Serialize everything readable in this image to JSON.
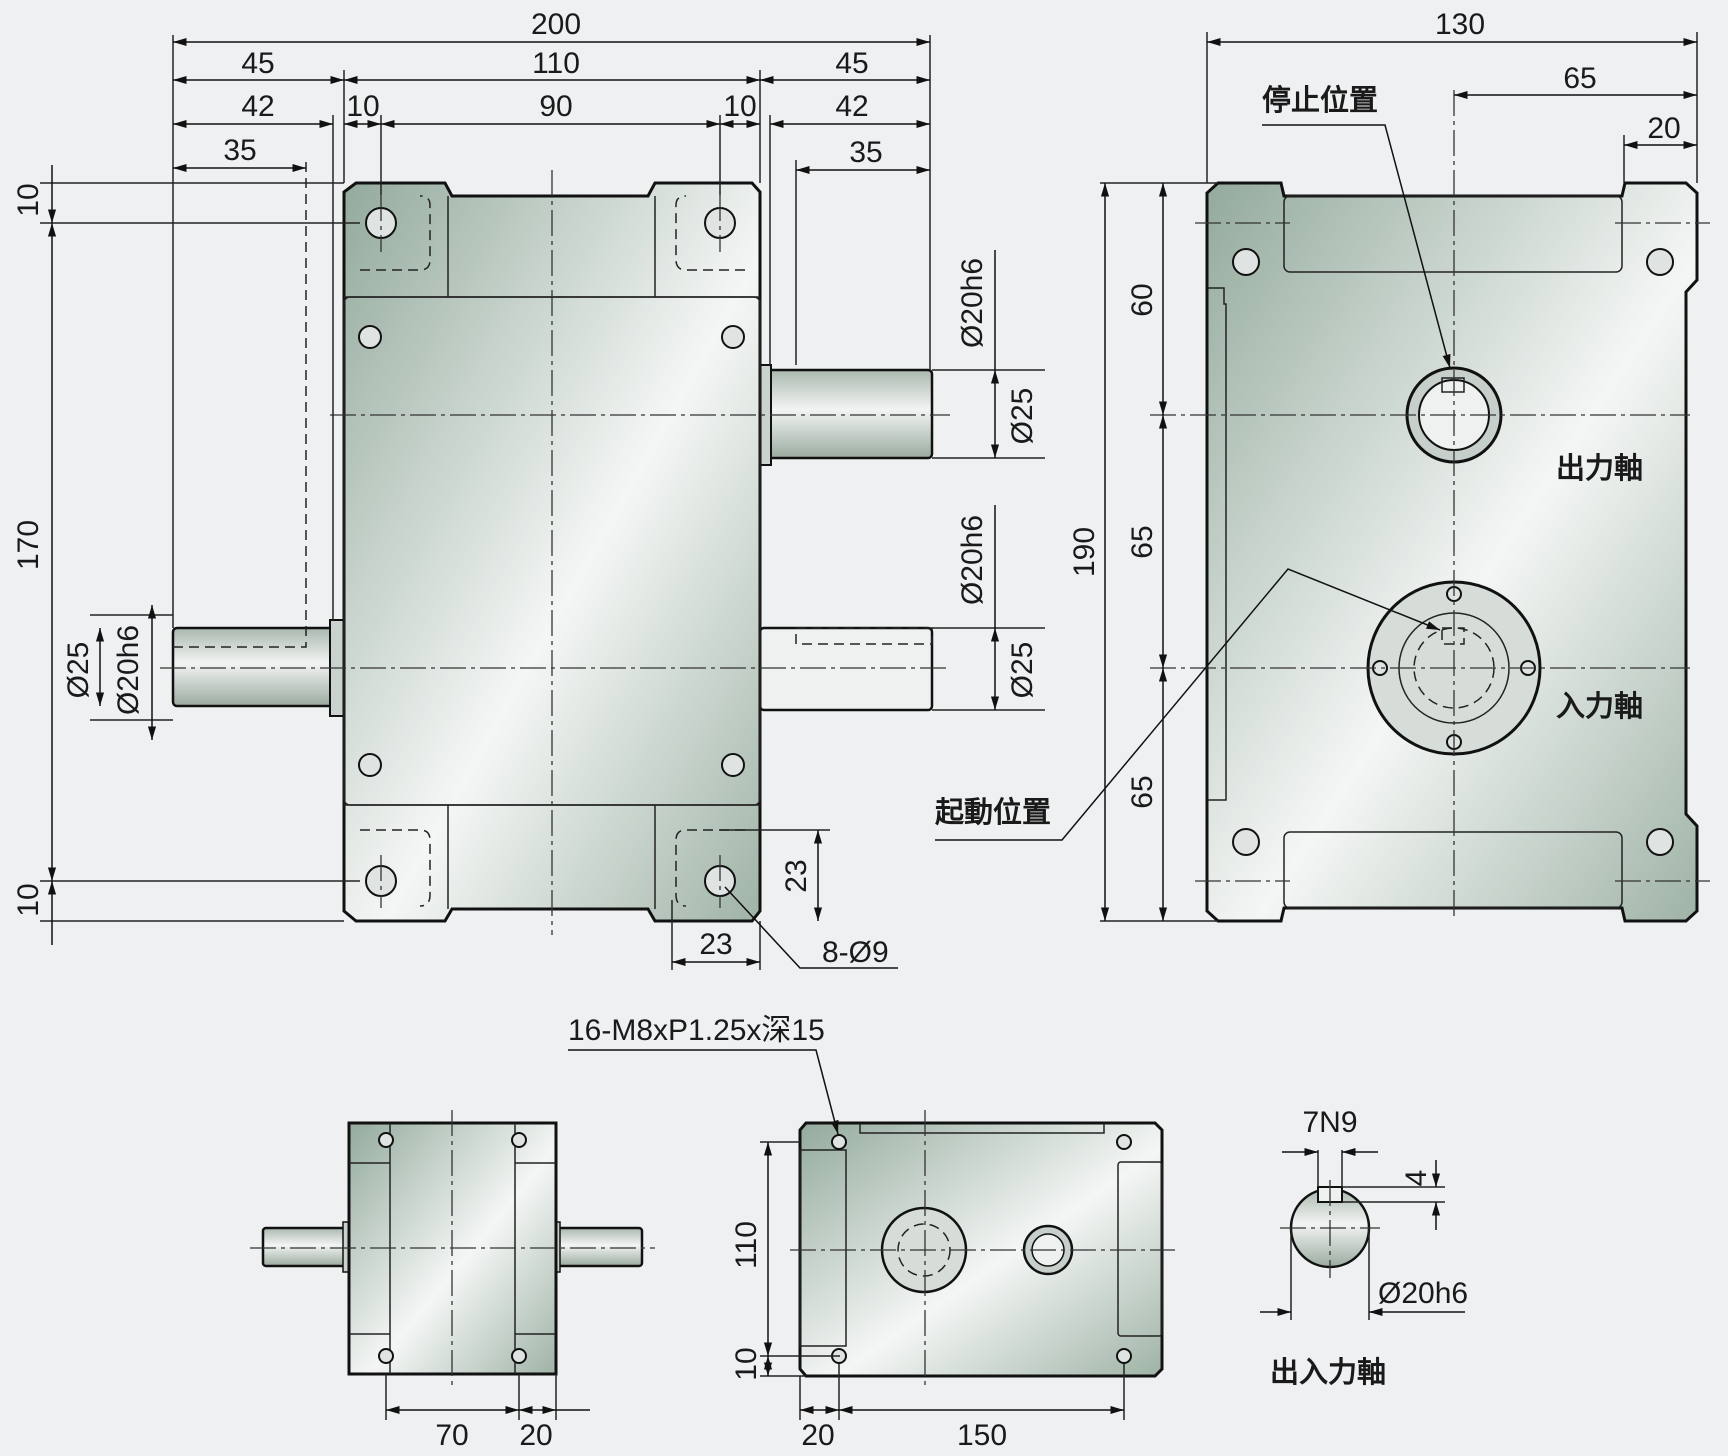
{
  "colors": {
    "background": "#eef0f2",
    "metal_dark": "#93aa9c",
    "metal_light": "#f4f6f5",
    "line": "#111111"
  },
  "front_view": {
    "dims_top": [
      "200",
      "45",
      "110",
      "45",
      "42",
      "10",
      "90",
      "10",
      "42",
      "35",
      "35"
    ],
    "dims_left": [
      "10",
      "170",
      "10"
    ],
    "shaft_right_upper": {
      "fit": "Ø20h6",
      "dia": "Ø25"
    },
    "shaft_right_lower": {
      "fit": "Ø20h6",
      "dia": "Ø25"
    },
    "shaft_left": {
      "dia": "Ø25",
      "fit": "Ø20h6"
    },
    "corner_dims": [
      "23",
      "23"
    ],
    "holes_label": "8-Ø9"
  },
  "side_view": {
    "dims_top": [
      "130",
      "65",
      "20"
    ],
    "dims_left": [
      "190",
      "60",
      "65",
      "65"
    ],
    "stop_position": "停止位置",
    "output_shaft": "出力軸",
    "input_shaft": "入力軸",
    "start_position": "起動位置"
  },
  "top_view": {
    "dims_bottom": [
      "70",
      "20"
    ]
  },
  "bottom_view": {
    "thread_label": "16-M8xP1.25x深15",
    "dims_left": [
      "110",
      "10"
    ],
    "dims_bottom": [
      "20",
      "150"
    ]
  },
  "shaft_detail": {
    "key_width": "7N9",
    "key_depth": "4",
    "fit": "Ø20h6",
    "caption": "出入力軸"
  }
}
